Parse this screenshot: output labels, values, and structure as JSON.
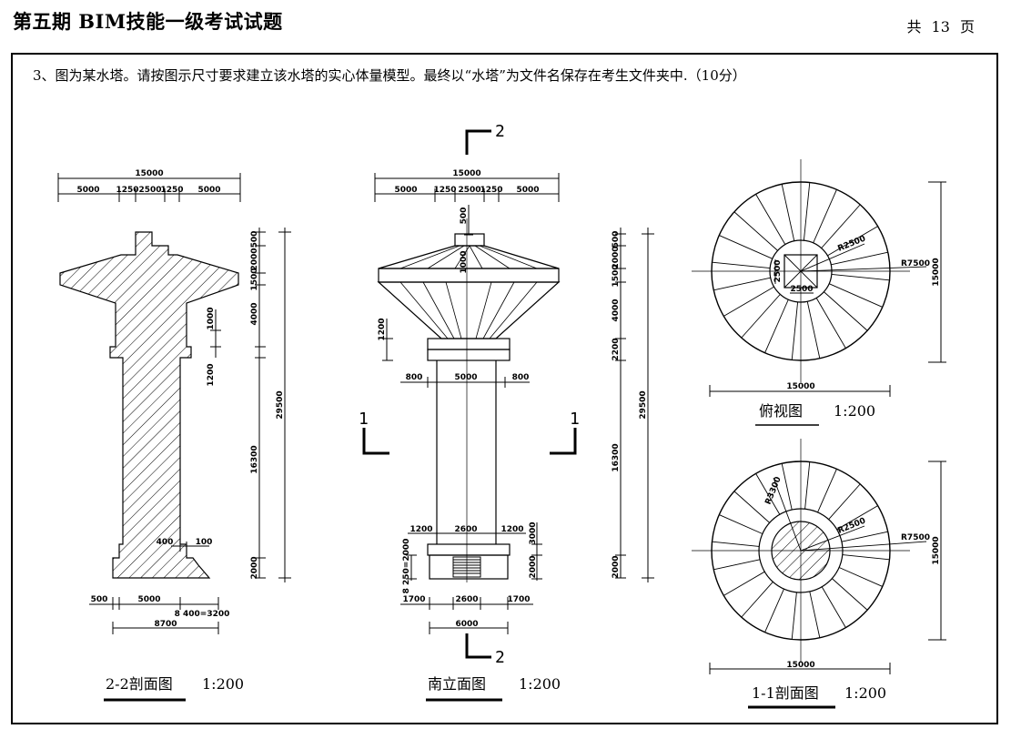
{
  "header": {
    "title": "第五期 BIM技能一级考试试题",
    "pages": "共 13 页"
  },
  "question": {
    "text": "3、图为某水塔。请按图示尺寸要求建立该水塔的实心体量模型。最终以“水塔”为文件名保存在考生文件夹中.（10分）"
  },
  "views": {
    "section22": {
      "caption": "2-2剖面图",
      "scale": "1:200",
      "dims": {
        "top_total": "15000",
        "top_5000_left": "5000",
        "top_1250_left": "1250",
        "top_2500": "2500",
        "top_1250_right": "1250",
        "top_5000_right": "5000",
        "v500": "500",
        "v2000": "2000",
        "v1500": "1500",
        "v4000": "4000",
        "v1000": "1000",
        "v1200": "1200",
        "v16300": "16300",
        "v2000_base": "2000",
        "v29500": "29500",
        "step_400": "400",
        "step_100": "100",
        "bot_500": "500",
        "bot_5000": "5000",
        "bot_steps": "8 400=3200",
        "bot_8700": "8700"
      }
    },
    "south": {
      "caption": "南立面图",
      "scale": "1:200",
      "section_mark_top": "2",
      "section_mark_bottom": "2",
      "section_mark_left": "1",
      "section_mark_right": "1",
      "dims": {
        "top_total": "15000",
        "top_5000_left": "5000",
        "top_1250_left": "1250",
        "top_2500": "2500",
        "top_1250_right": "1250",
        "top_5000_right": "5000",
        "v500_top": "500",
        "v1000_inner": "1000",
        "v1200_left": "1200",
        "mid_800_left": "800",
        "mid_5000": "5000",
        "mid_800_right": "800",
        "low_1200_left": "1200",
        "low_2600": "2600",
        "low_1200_right": "1200",
        "v3000": "3000",
        "v2000_right": "2000",
        "steps_label": "8 250=2000",
        "bot_1700_left": "1700",
        "bot_2600": "2600",
        "bot_1700_right": "1700",
        "bot_6000": "6000",
        "r500": "500",
        "r2000": "2000",
        "r1500": "1500",
        "r4000": "4000",
        "r2200": "2200",
        "r16300": "16300",
        "r29500": "29500"
      }
    },
    "plan": {
      "caption": "俯视图",
      "scale": "1:200",
      "dims": {
        "r2500": "R2500",
        "r7500": "R7500",
        "sq_v": "2500",
        "sq_h": "2500",
        "width": "15000",
        "height": "15000"
      }
    },
    "section11": {
      "caption": "1-1剖面图",
      "scale": "1:200",
      "dims": {
        "r3300": "R3300",
        "r2500": "R2500",
        "r7500": "R7500",
        "width": "15000",
        "height": "15000"
      }
    }
  }
}
